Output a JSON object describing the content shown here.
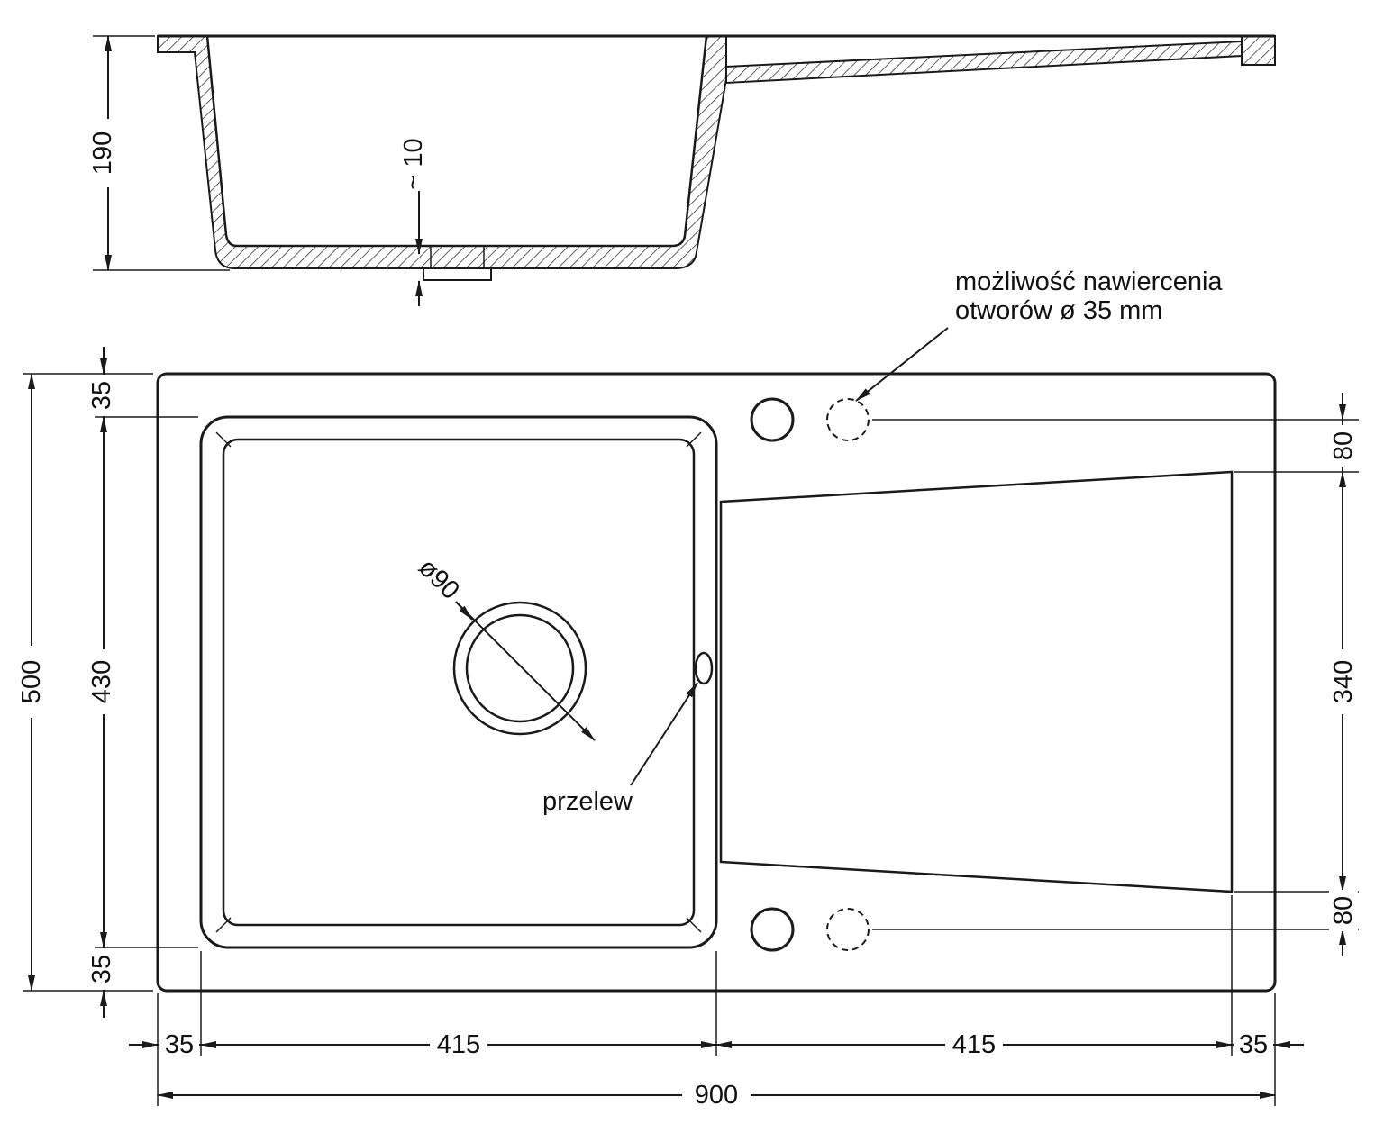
{
  "side_view": {
    "depth": "190",
    "bottom_thickness": "~ 10"
  },
  "plan_view": {
    "total_width": "900",
    "total_height": "500",
    "left_top_margin": "35",
    "basin_inner_height": "430",
    "left_bottom_margin": "35",
    "bottom_left_margin": "35",
    "basin_width": "415",
    "drainer_width": "415",
    "bottom_right_margin": "35",
    "right_top_offset": "80",
    "drainer_height": "340",
    "right_bottom_offset": "80",
    "drain_diameter": "ø90",
    "overflow_label": "przelew",
    "drill_note_line1": "możliwość nawiercenia",
    "drill_note_line2": "otworów ø 35 mm"
  },
  "colors": {
    "line": "#1a1a1a",
    "background": "#ffffff"
  }
}
